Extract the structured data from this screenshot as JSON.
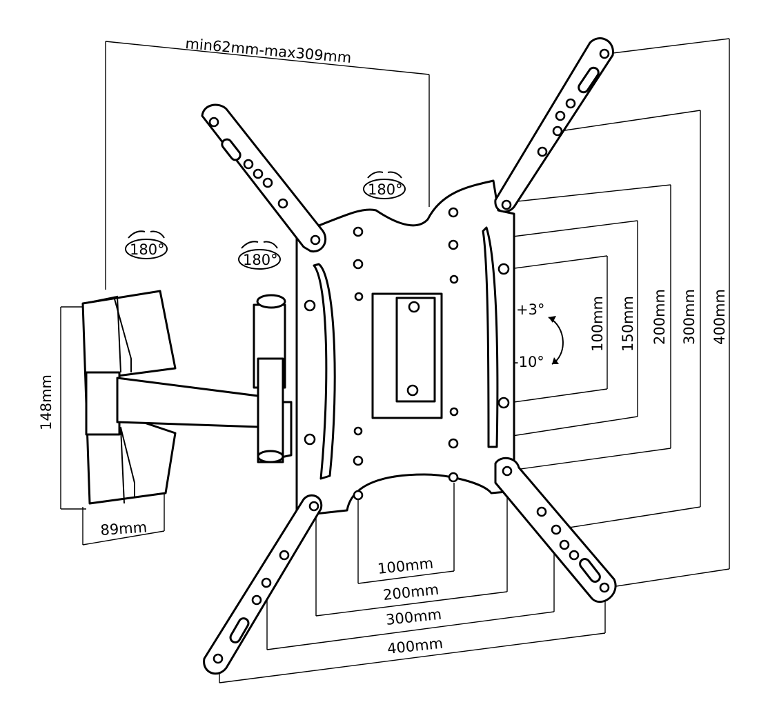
{
  "labels": {
    "arm_extension": "min62mm-max309mm",
    "swivel_top": "180°",
    "swivel_left": "180°",
    "swivel_mid": "180°",
    "tilt_up": "+3°",
    "tilt_down": "-10°",
    "wall_plate_height": "148mm",
    "wall_plate_width": "89mm",
    "h100": "100mm",
    "h200": "200mm",
    "h300": "300mm",
    "h400": "400mm",
    "v100": "100mm",
    "v150": "150mm",
    "v200": "200mm",
    "v300": "300mm",
    "v400": "400mm"
  }
}
